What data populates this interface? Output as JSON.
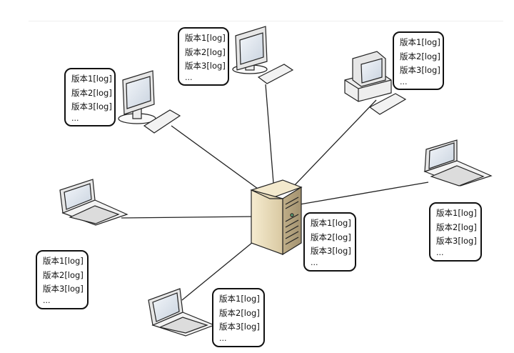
{
  "version_list": {
    "line1": "版本1[log]",
    "line2": "版本2[log]",
    "line3": "版本3[log]",
    "more": "..."
  },
  "colors": {
    "line": "#222222",
    "box_border": "#111111",
    "monitor_screen": "#dfe6ef",
    "server_body": "#efe3c4"
  },
  "icons": [
    "server-icon",
    "desktop-monitor-icon",
    "desktop-pc-icon",
    "laptop-icon",
    "keyboard-icon"
  ]
}
